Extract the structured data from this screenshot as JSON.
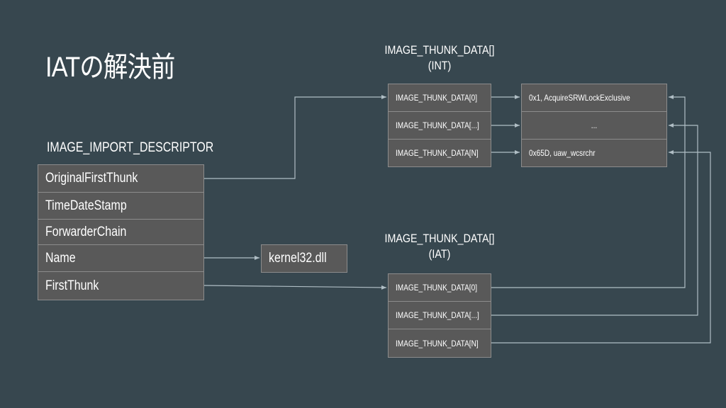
{
  "title": "IATの解決前",
  "descriptor": {
    "label": "IMAGE_IMPORT_DESCRIPTOR",
    "fields": [
      "OriginalFirstThunk",
      "TimeDateStamp",
      "ForwarderChain",
      "Name",
      "FirstThunk"
    ]
  },
  "dll_name": "kernel32.dll",
  "int_table": {
    "label_line1": "IMAGE_THUNK_DATA[]",
    "label_line2": "(INT)",
    "rows": [
      "IMAGE_THUNK_DATA[0]",
      "IMAGE_THUNK_DATA[...]",
      "IMAGE_THUNK_DATA[N]"
    ]
  },
  "iat_table": {
    "label_line1": "IMAGE_THUNK_DATA[]",
    "label_line2": "(IAT)",
    "rows": [
      "IMAGE_THUNK_DATA[0]",
      "IMAGE_THUNK_DATA[...]",
      "IMAGE_THUNK_DATA[N]"
    ]
  },
  "name_table": {
    "rows": [
      "0x1, AcquireSRWLockExclusive",
      "...",
      "0x65D, uaw_wcsrchr"
    ]
  },
  "colors": {
    "background": "#37474f",
    "box_fill": "#595959",
    "box_border": "#8c8c8c",
    "arrow": "#b0bec5"
  }
}
